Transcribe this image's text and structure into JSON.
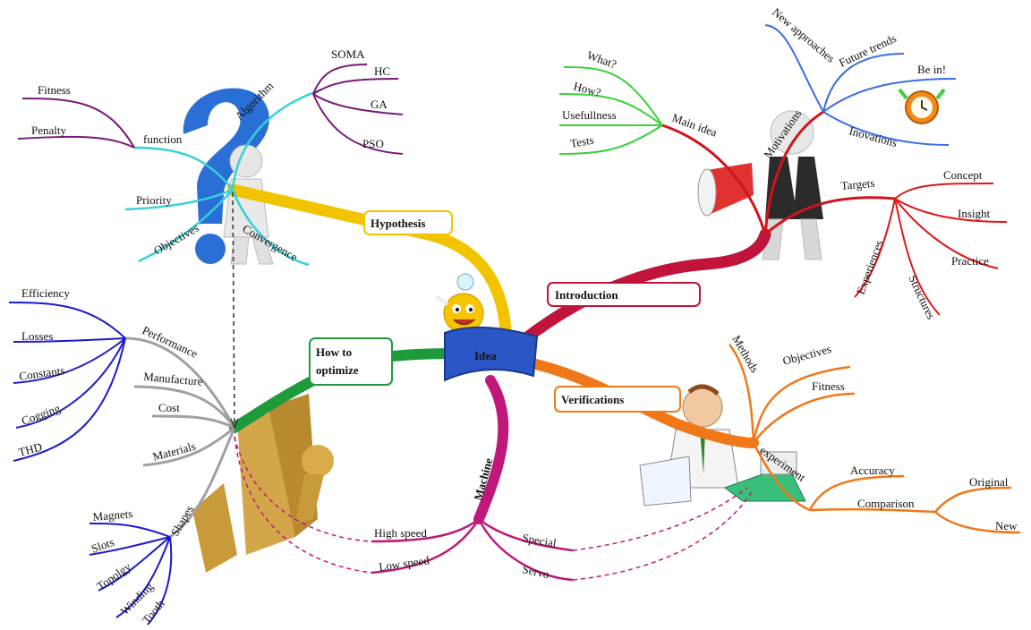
{
  "center": {
    "label": "Idea"
  },
  "hypothesis": {
    "label": "Hypothesis",
    "color": "#f2c400",
    "groups": {
      "algorithm": {
        "label": "Algorithm",
        "items": [
          "SOMA",
          "HC",
          "GA",
          "PSO"
        ],
        "color": "#7a1a7a"
      },
      "function": {
        "label": "function",
        "items": [
          "Fitness",
          "Penalty"
        ],
        "color": "#7a1a7a"
      },
      "branches": [
        "Priority",
        "Objectives",
        "Convergence"
      ],
      "branch_color": "#35d0d8"
    }
  },
  "introduction": {
    "label": "Introduction",
    "color": "#c0143c",
    "main_idea": {
      "label": "Main idea",
      "items": [
        "What?",
        "How?",
        "Usefullness",
        "Tests"
      ],
      "color": "#3ad13a"
    },
    "motivations": {
      "label": "Motivations",
      "items": [
        "New approaches",
        "Future trends",
        "Be in!",
        "Inovations"
      ],
      "color": "#3a6ee0"
    },
    "targets": {
      "label": "Targets",
      "items": [
        "Concept",
        "Insight",
        "Practice",
        "Structures",
        "Experiences"
      ],
      "color": "#e01818"
    }
  },
  "how_to_optimize": {
    "label": "How to\noptimize",
    "label_line1": "How to",
    "label_line2": "optimize",
    "color": "#1f9a3a",
    "performance": {
      "label": "Performance",
      "items": [
        "Efficiency",
        "Losses",
        "Constants",
        "Cogging",
        "THD"
      ],
      "color": "#1a1ad0"
    },
    "branches": [
      "Manufacture",
      "Cost",
      "Materials"
    ],
    "branch_color": "#a0a0a0",
    "shapes": {
      "label": "Shapes",
      "items": [
        "Magnets",
        "Slots",
        "Topolgy",
        "Winding",
        "Tooth"
      ],
      "color": "#1a1ad0"
    }
  },
  "verifications": {
    "label": "Verifications",
    "color": "#f07818",
    "methods": {
      "label": "Methods",
      "items": [
        "Objectives",
        "Fitness"
      ]
    },
    "experiment": {
      "label": "experiment",
      "items": [
        "Accuracy",
        "Comparison"
      ]
    },
    "comparison": {
      "items": [
        "Original",
        "New"
      ]
    }
  },
  "machine": {
    "label": "Machine",
    "color": "#c0187a",
    "items": [
      "High speed",
      "Low speed",
      "Special",
      "Servo"
    ]
  }
}
